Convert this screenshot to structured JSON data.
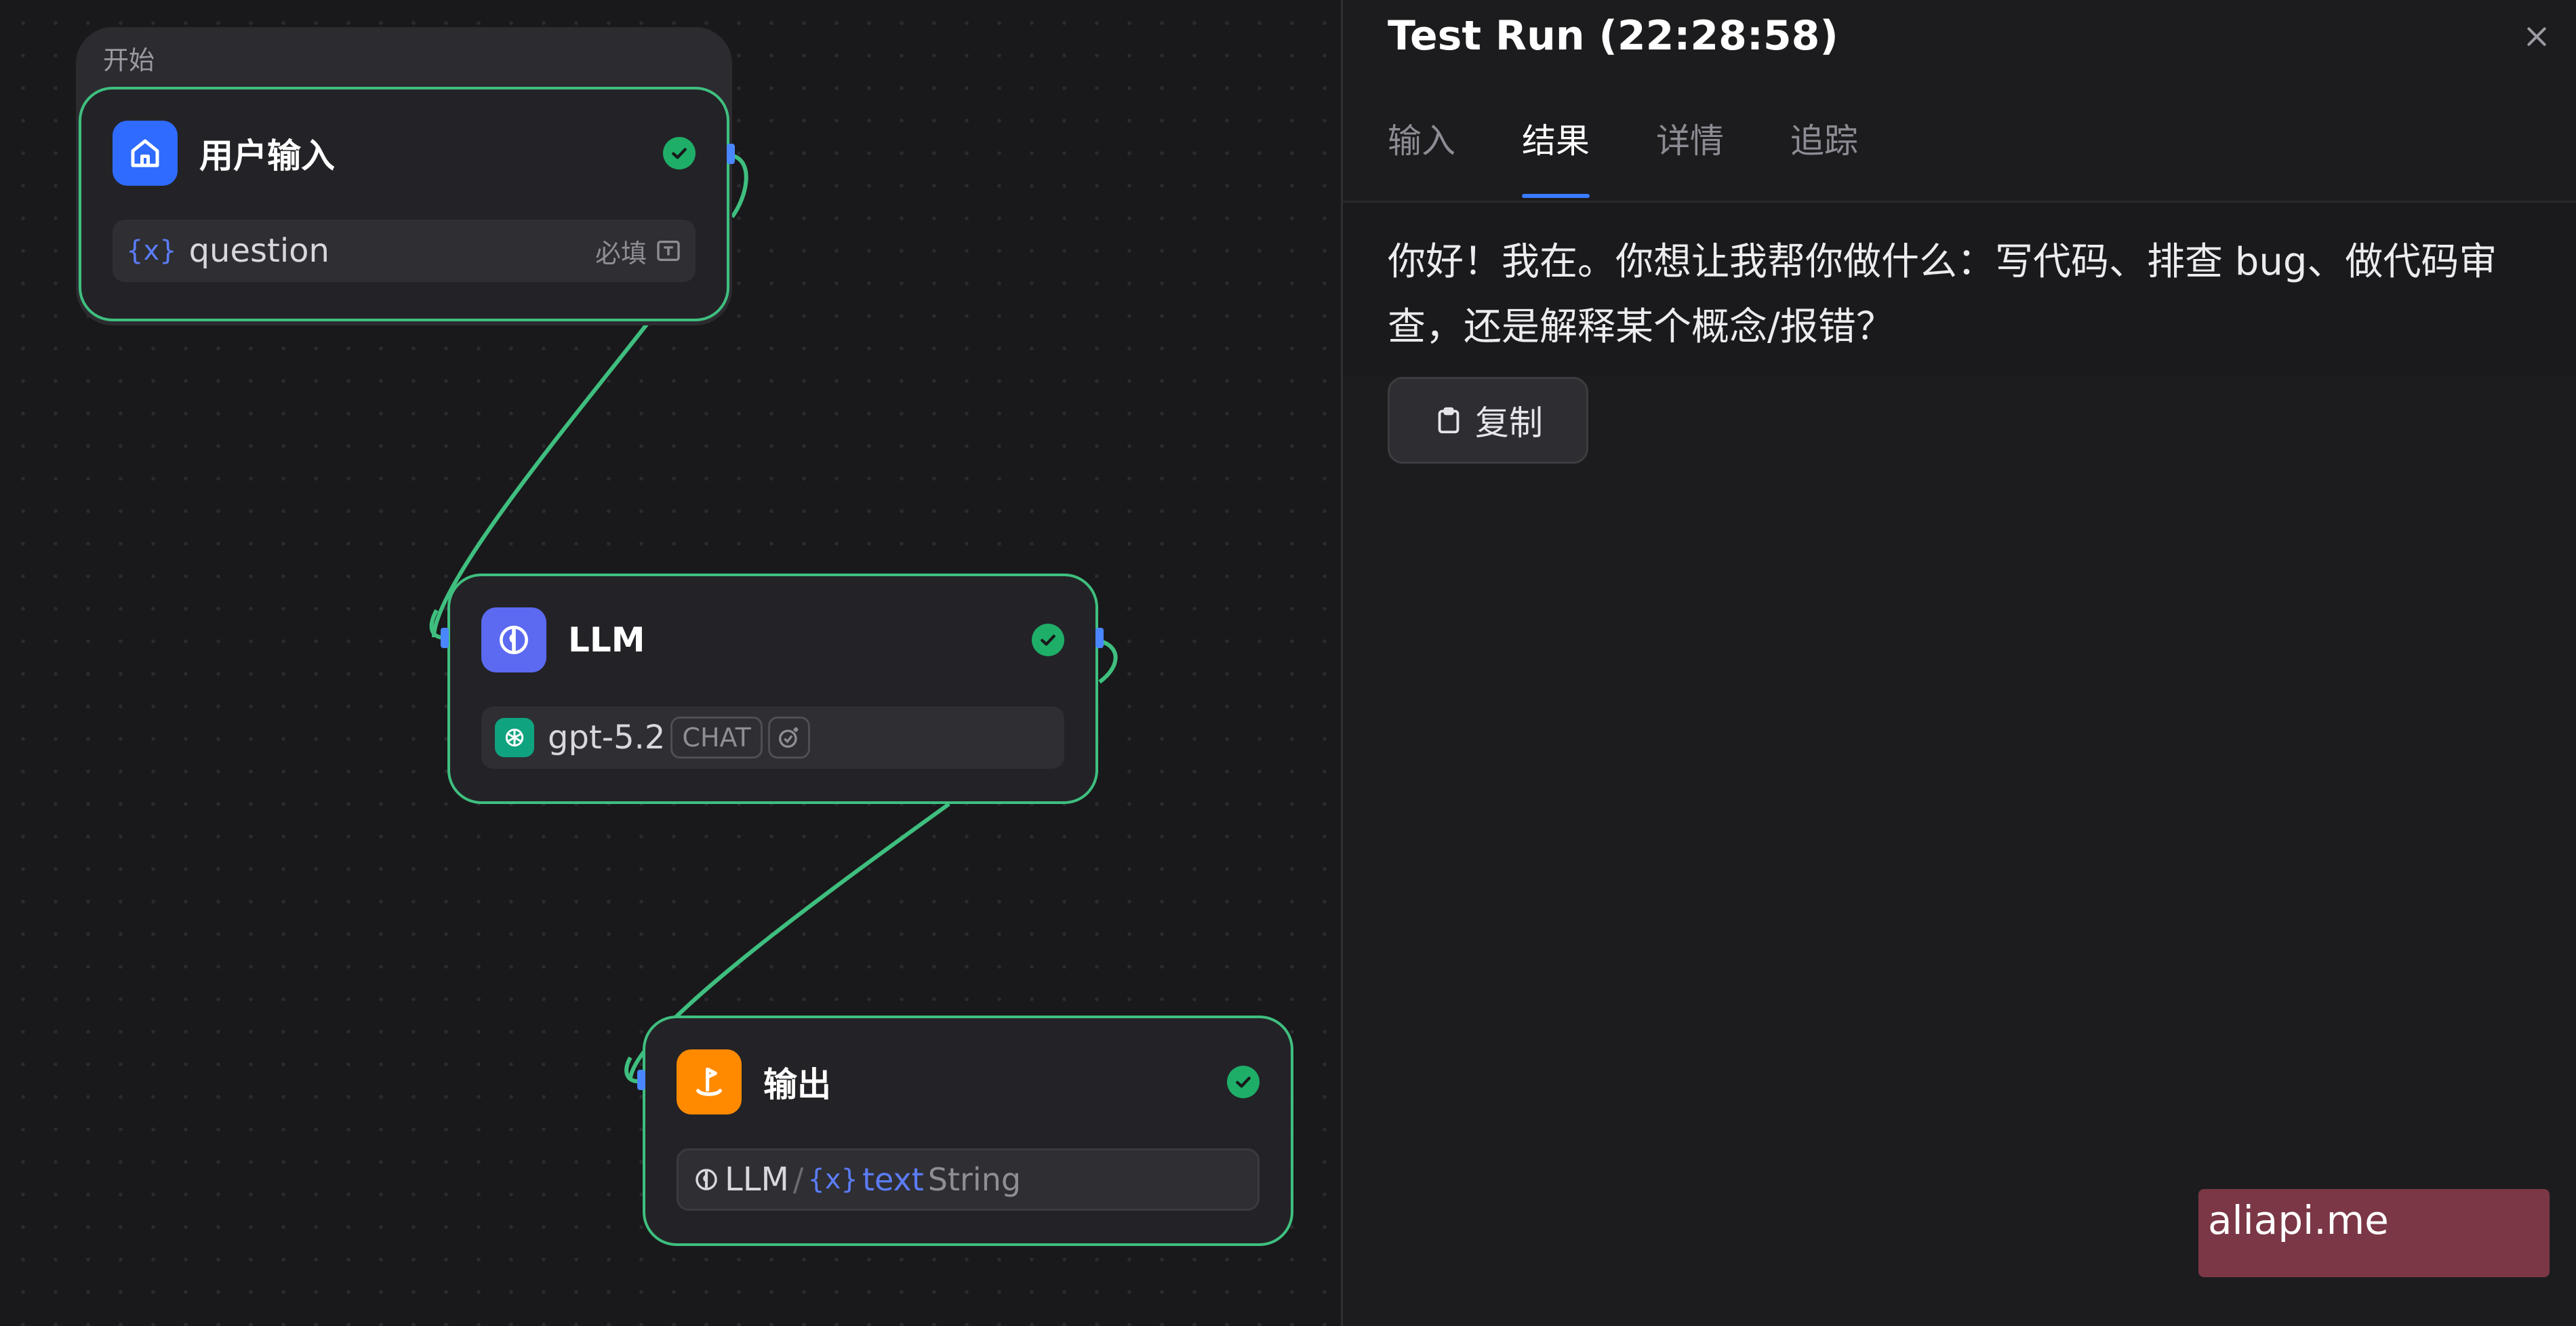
{
  "canvas": {
    "start_group": {
      "label": "开始"
    },
    "nodes": {
      "user_input": {
        "title": "用户输入",
        "variable": {
          "glyph": "{x}",
          "name": "question",
          "required_label": "必填"
        }
      },
      "llm": {
        "title": "LLM",
        "model": {
          "name": "gpt-5.2",
          "mode_badge": "CHAT"
        }
      },
      "output": {
        "title": "输出",
        "reference": {
          "source": "LLM",
          "separator": "/",
          "glyph": "{x}",
          "variable": "text",
          "type": "String"
        }
      }
    },
    "edge_color": "#3fbf7f"
  },
  "panel": {
    "title": "Test Run (22:28:58)",
    "tabs": [
      {
        "label": "输入",
        "active": false
      },
      {
        "label": "结果",
        "active": true
      },
      {
        "label": "详情",
        "active": false
      },
      {
        "label": "追踪",
        "active": false
      }
    ],
    "result_text": "你好！我在。你想让我帮你做什么：写代码、排查 bug、做代码审查，还是解释某个概念/报错？",
    "copy_label": "复制"
  },
  "watermark": "aliapi.me",
  "colors": {
    "accent": "#3a7bff",
    "success": "#1fae68",
    "user_input_icon": "#2f6bff",
    "llm_icon": "#5b6af0",
    "output_icon": "#ff8a00",
    "watermark_bg": "#7b3746"
  },
  "icons": {
    "user_input": "home-icon",
    "llm": "brain-icon",
    "output": "flag-icon",
    "status": "check-circle-icon",
    "close": "close-icon",
    "copy": "clipboard-icon",
    "model": "openai-icon",
    "text_type": "text-box-icon"
  }
}
